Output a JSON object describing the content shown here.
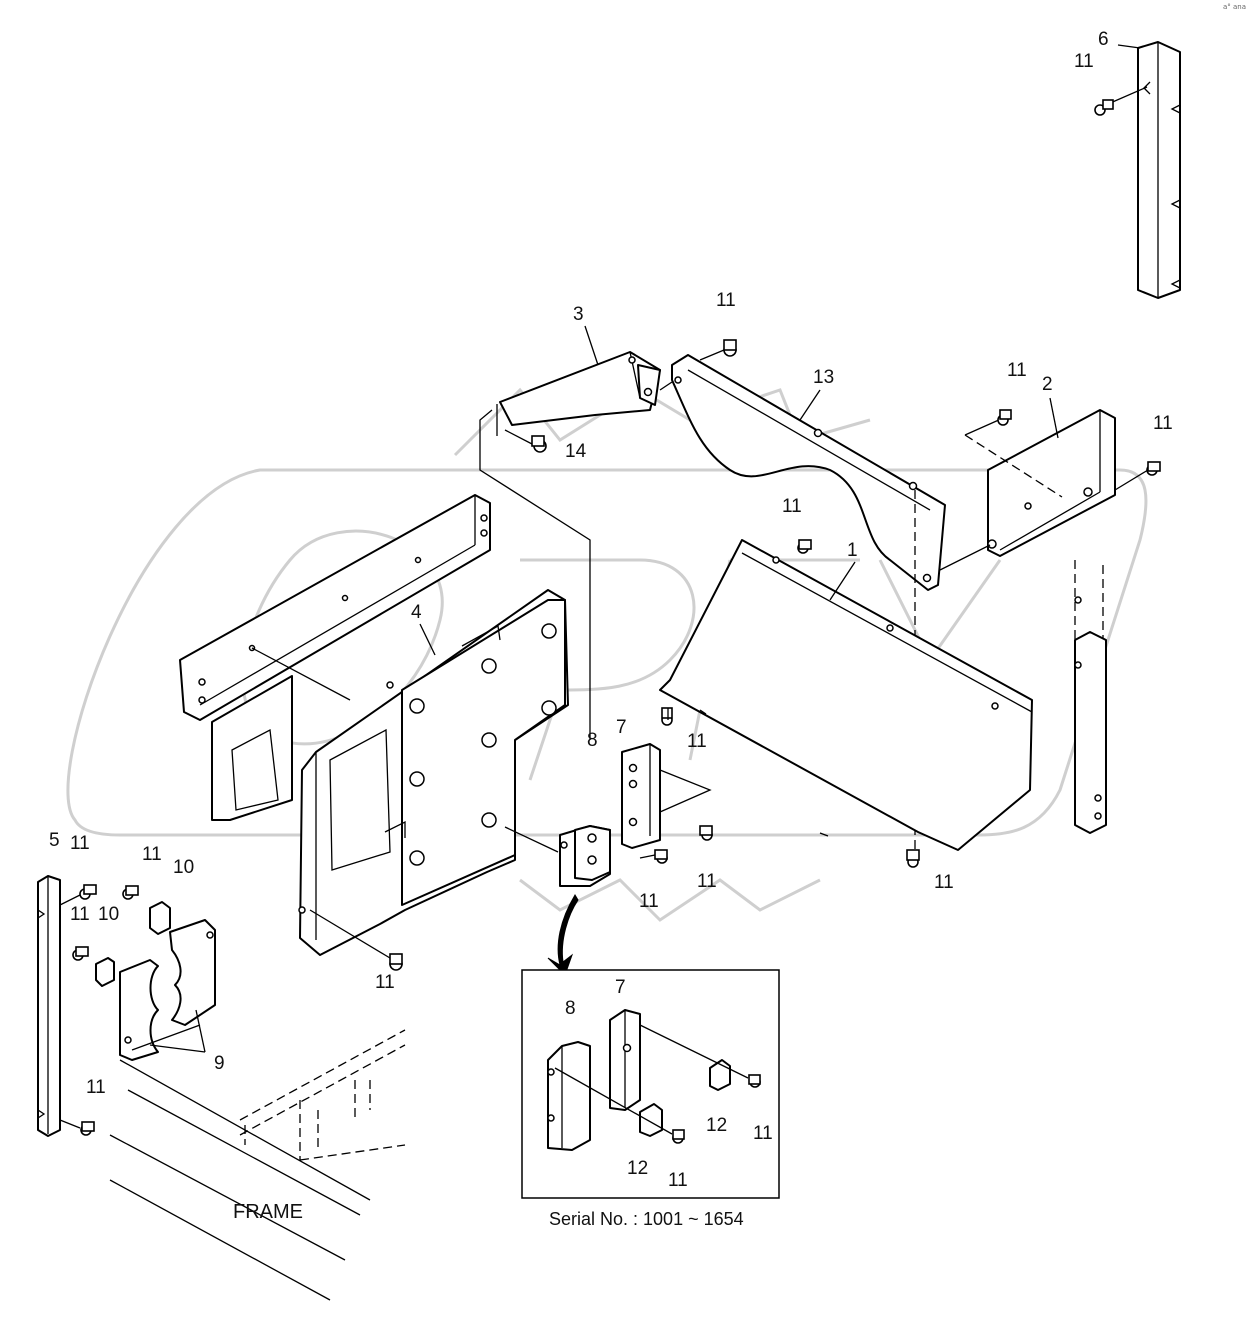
{
  "corner_mark": "a° ana",
  "watermark": {
    "text": "OPEX",
    "color": "#cfcfcf"
  },
  "frame_label": "FRAME",
  "inset_caption": "Serial No. : 1001 ~ 1654",
  "callouts": [
    {
      "id": "c6",
      "text": "6"
    },
    {
      "id": "c11a",
      "text": "11"
    },
    {
      "id": "c3",
      "text": "3"
    },
    {
      "id": "c11b",
      "text": "11"
    },
    {
      "id": "c13",
      "text": "13"
    },
    {
      "id": "c11c",
      "text": "11"
    },
    {
      "id": "c2",
      "text": "2"
    },
    {
      "id": "c11d",
      "text": "11"
    },
    {
      "id": "c14",
      "text": "14"
    },
    {
      "id": "c11e",
      "text": "11"
    },
    {
      "id": "c1",
      "text": "1"
    },
    {
      "id": "c4",
      "text": "4"
    },
    {
      "id": "c8",
      "text": "8"
    },
    {
      "id": "c7",
      "text": "7"
    },
    {
      "id": "c11f",
      "text": "11"
    },
    {
      "id": "c11g",
      "text": "11"
    },
    {
      "id": "c11h",
      "text": "11"
    },
    {
      "id": "c11i",
      "text": "11"
    },
    {
      "id": "c5",
      "text": "5"
    },
    {
      "id": "c11j",
      "text": "11"
    },
    {
      "id": "c11k",
      "text": "11"
    },
    {
      "id": "c10a",
      "text": "10"
    },
    {
      "id": "c11l",
      "text": "11"
    },
    {
      "id": "c10b",
      "text": "10"
    },
    {
      "id": "c9",
      "text": "9"
    },
    {
      "id": "c11m",
      "text": "11"
    },
    {
      "id": "c11n",
      "text": "11"
    },
    {
      "id": "c8b",
      "text": "8"
    },
    {
      "id": "c7b",
      "text": "7"
    },
    {
      "id": "c12a",
      "text": "12"
    },
    {
      "id": "c11o",
      "text": "11"
    },
    {
      "id": "c12b",
      "text": "12"
    },
    {
      "id": "c11p",
      "text": "11"
    }
  ]
}
